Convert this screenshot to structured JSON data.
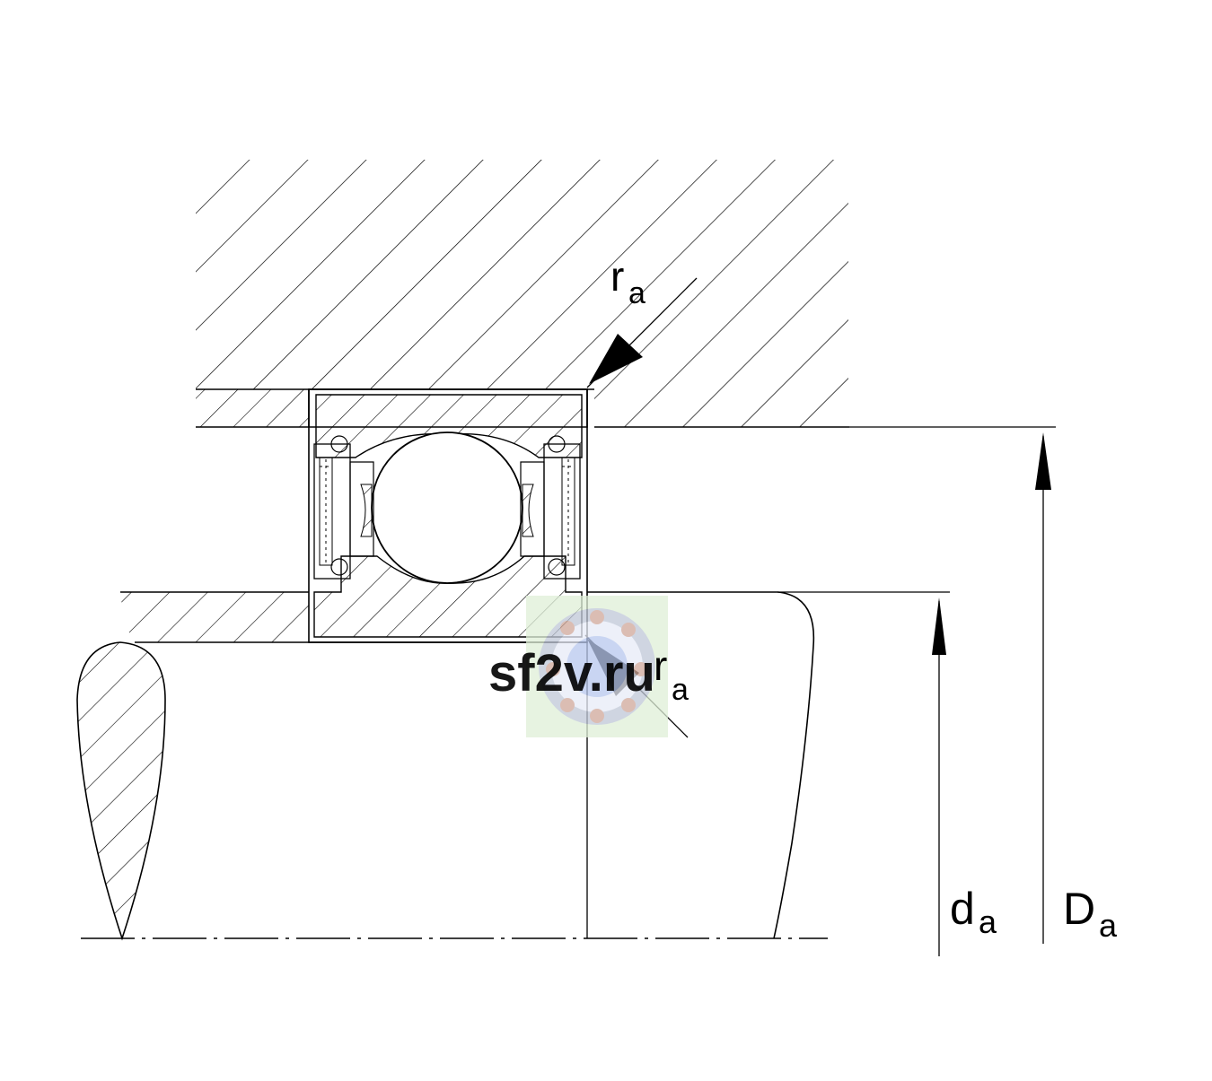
{
  "labels": {
    "ra_top": {
      "main": "r",
      "sub": "a"
    },
    "ra_bottom": {
      "main": "r",
      "sub": "a"
    },
    "da": {
      "main": "d",
      "sub": "a"
    },
    "Da": {
      "main": "D",
      "sub": "a"
    }
  },
  "watermark": {
    "text": "sf2v.ru"
  },
  "colors": {
    "line": "#000000",
    "background": "#ffffff",
    "watermark_text": "#6f8fd8",
    "watermark_bg": "#dff0d8"
  }
}
